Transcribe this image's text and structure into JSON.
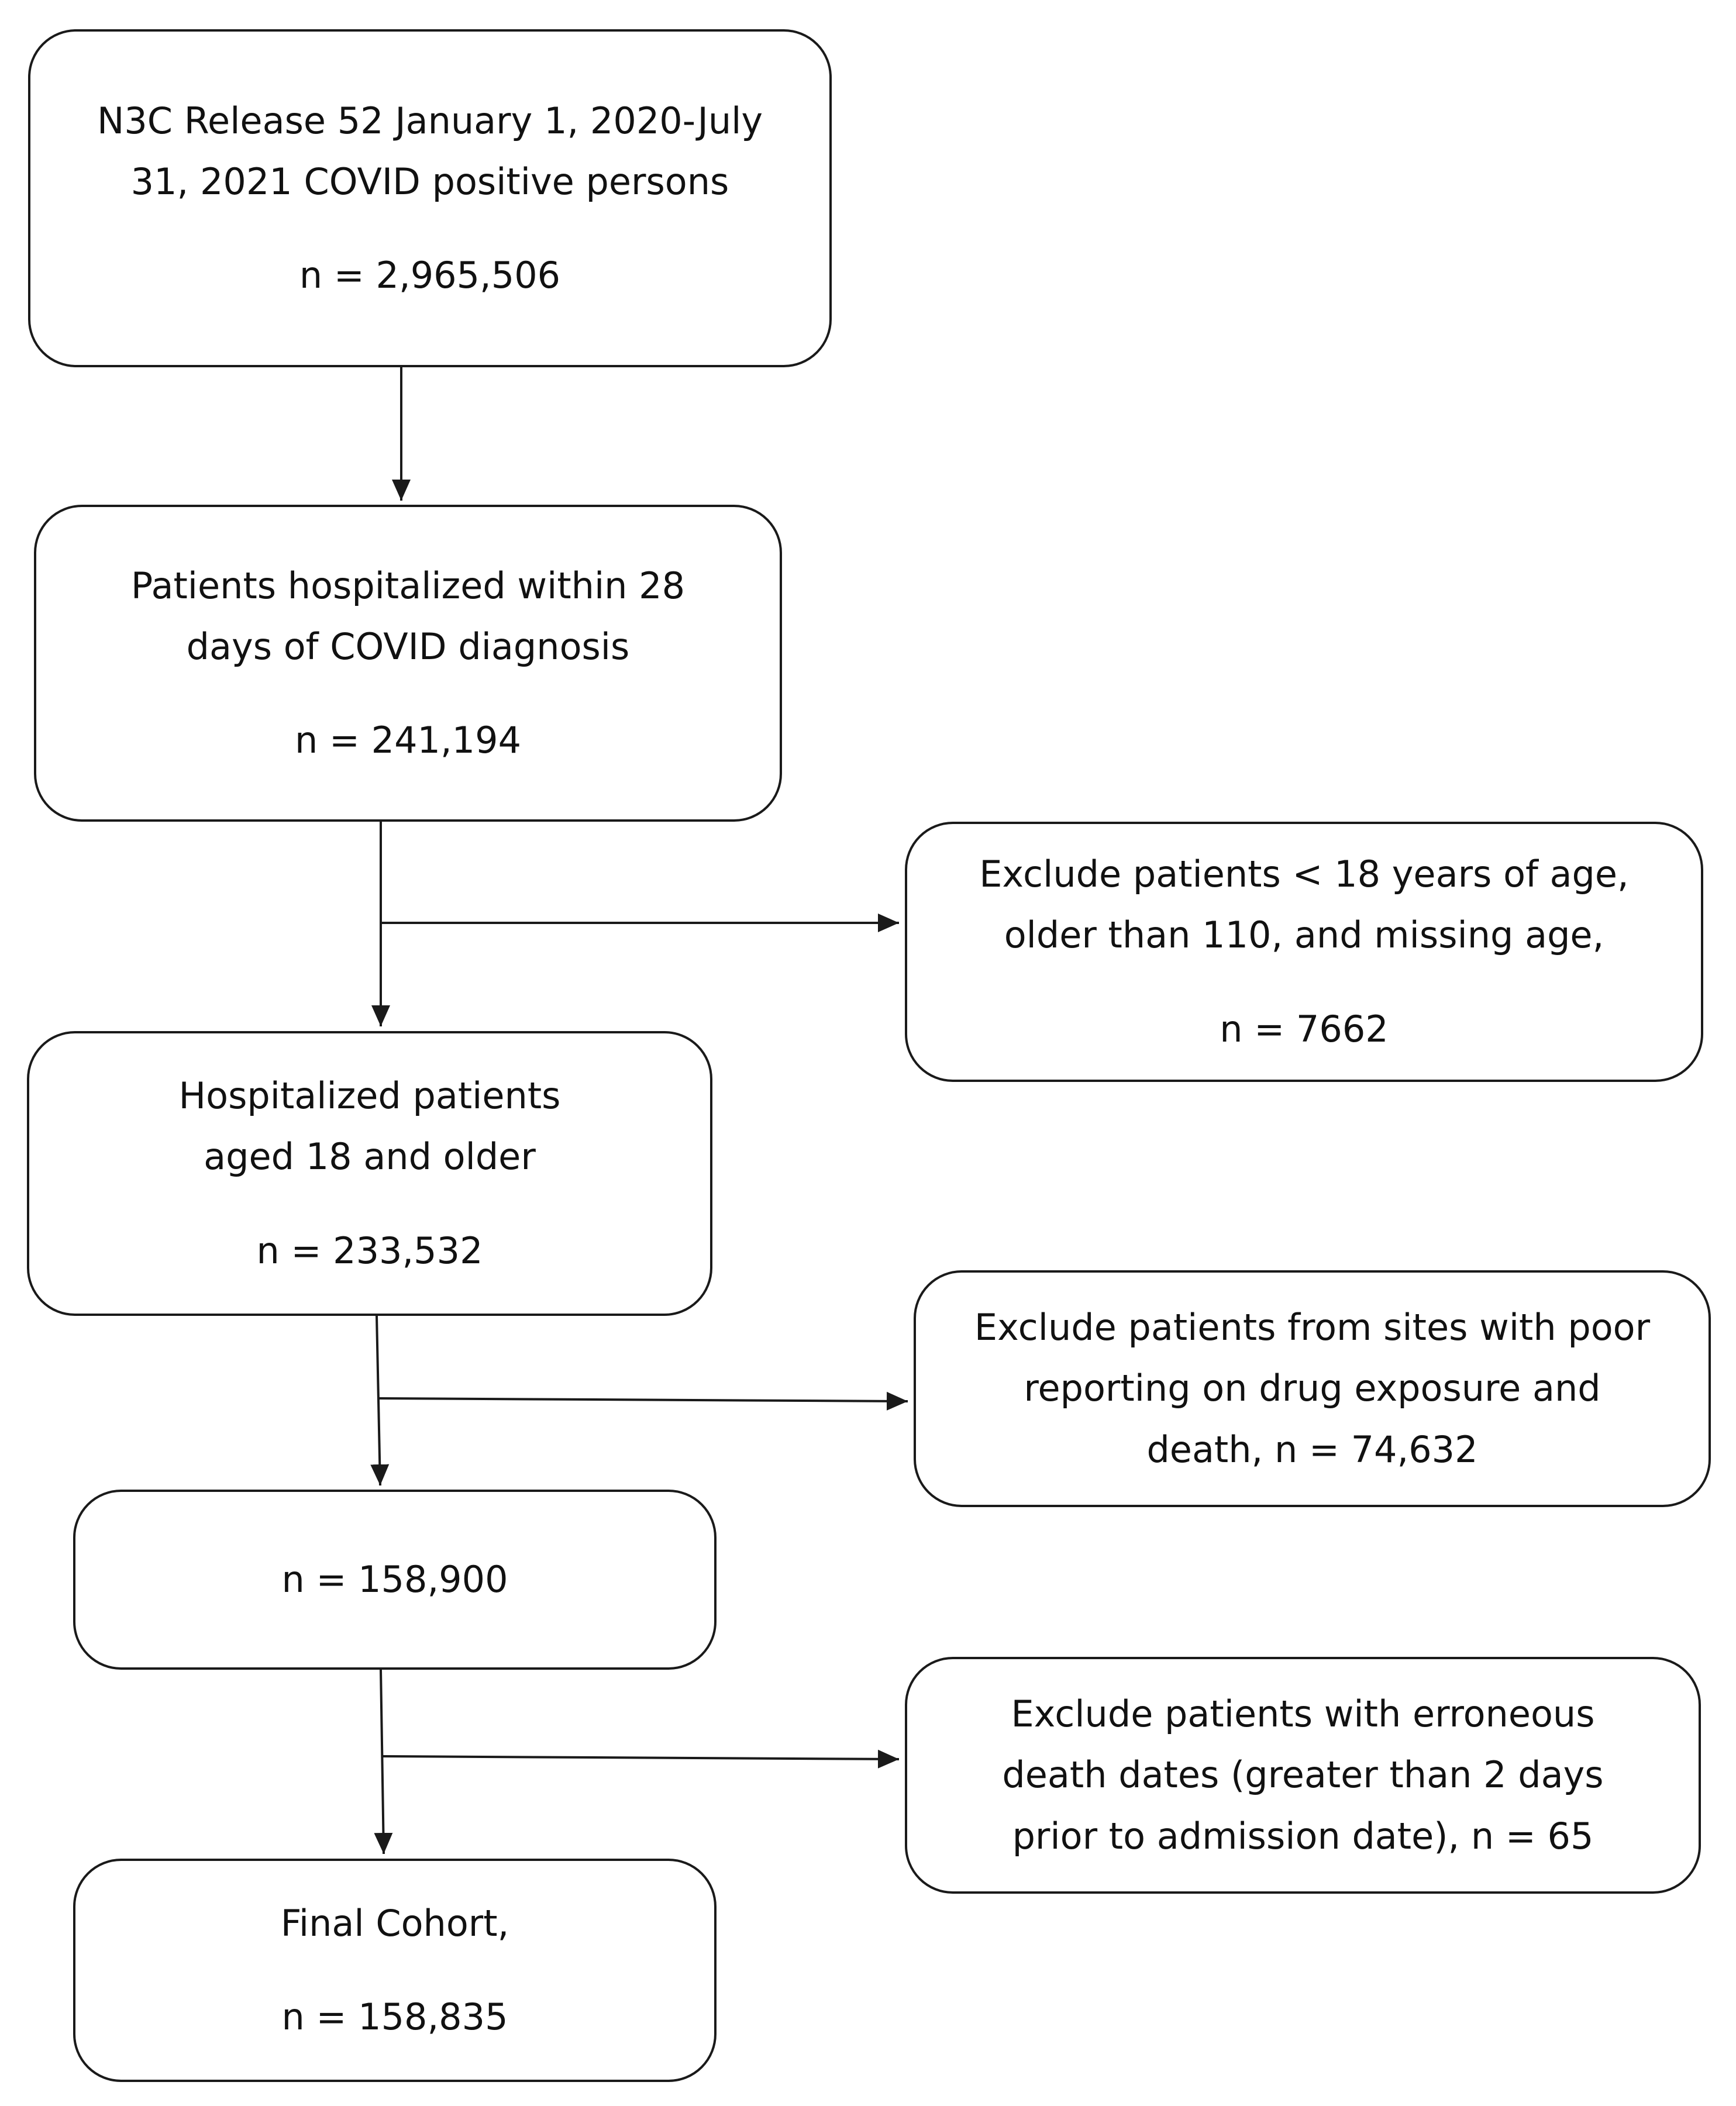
{
  "boxes": {
    "release": {
      "lines": [
        "N3C Release 52 January 1, 2020-July",
        "31, 2021 COVID positive persons"
      ],
      "count": "n = 2,965,506"
    },
    "hospitalized": {
      "lines": [
        "Patients hospitalized within 28",
        "days of COVID diagnosis"
      ],
      "count": "n = 241,194"
    },
    "adults": {
      "lines": [
        "Hospitalized patients",
        "aged 18 and older"
      ],
      "count": "n = 233,532"
    },
    "after_sites": {
      "count": "n = 158,900"
    },
    "final": {
      "lines": [
        "Final Cohort,"
      ],
      "count": "n = 158,835"
    },
    "exclude_age": {
      "lines": [
        "Exclude patients < 18 years of age,",
        "older than 110, and missing age,"
      ],
      "count": "n = 7662"
    },
    "exclude_sites": {
      "lines": [
        "Exclude patients from sites with poor",
        "reporting on drug exposure and",
        "death, n = 74,632"
      ]
    },
    "exclude_death": {
      "lines": [
        "Exclude patients with erroneous",
        "death dates (greater than 2 days",
        "prior to admission date), n = 65"
      ]
    }
  },
  "colors": {
    "stroke": "#1a1a1a",
    "text": "#111111",
    "background": "#ffffff"
  }
}
